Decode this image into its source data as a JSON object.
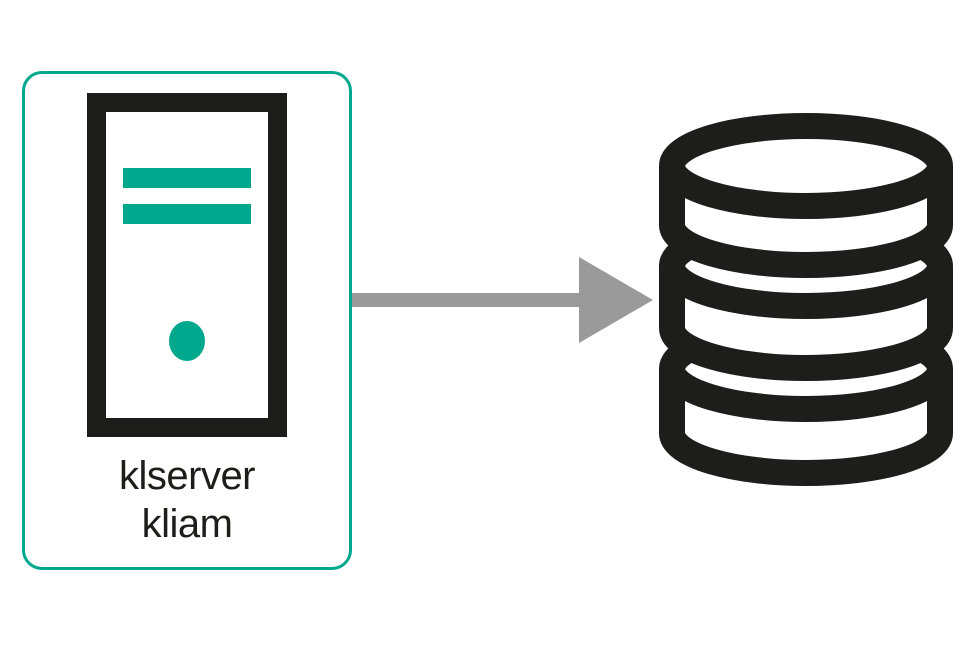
{
  "colors": {
    "background": "#ffffff",
    "accent_teal": "#00a88e",
    "icon_black": "#1d1d1b",
    "arrow_gray": "#9a9a9a",
    "text": "#1d1d1b"
  },
  "nodes": {
    "server": {
      "icon": "server-tower-icon",
      "labels": [
        "klserver",
        "kliam"
      ]
    },
    "database": {
      "icon": "database-icon"
    }
  },
  "connector": {
    "icon": "arrow-right-icon",
    "from": "server",
    "to": "database",
    "direction": "right"
  }
}
